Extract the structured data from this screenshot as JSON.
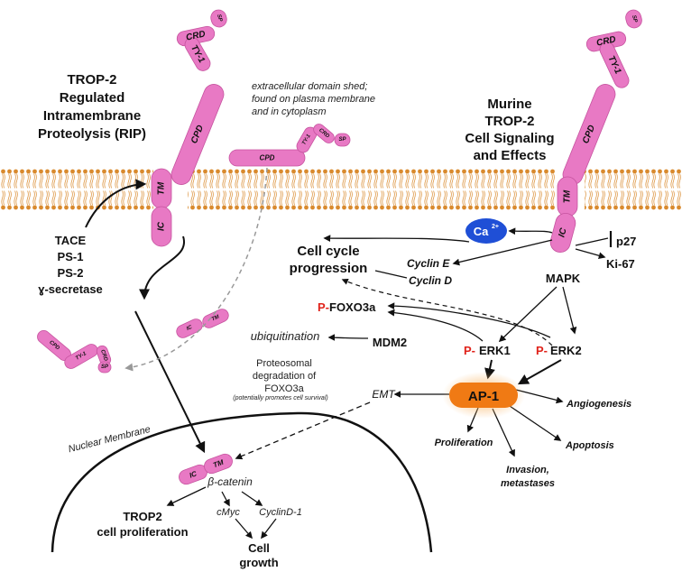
{
  "left_title": [
    "TROP-2",
    "Regulated",
    "Intramembrane",
    "Proteolysis (RIP)"
  ],
  "right_title": [
    "Murine",
    "TROP-2",
    "Cell Signaling",
    "and Effects"
  ],
  "shed_note": [
    "extracellular domain shed;",
    "found on plasma membrane",
    "and in cytoplasm"
  ],
  "domains": {
    "sp": "SP",
    "crd": "CRD",
    "ty1": "TY-1",
    "cpd": "CPD",
    "tm": "TM",
    "ic": "IC"
  },
  "proteases": [
    "TACE",
    "PS-1",
    "PS-2",
    "ɣ-secretase"
  ],
  "ca": {
    "symbol": "Ca",
    "charge": "2+"
  },
  "p27": "p27",
  "ki67": "Ki-67",
  "cell_cycle": [
    "Cell cycle",
    "progression"
  ],
  "cyclin_e": "Cyclin E",
  "cyclin_d": "Cyclin D",
  "mapk": "MAPK",
  "phospho_prefix": "P-",
  "foxo3a": "FOXO3a",
  "erk1": "ERK1",
  "erk2": "ERK2",
  "ubiquitination": "ubiquitination",
  "mdm2": "MDM2",
  "degradation": [
    "Proteosomal",
    "degradation of",
    "FOXO3a"
  ],
  "degradation_note": "(potentially promotes cell survival)",
  "ap1": "AP-1",
  "emt": "EMT",
  "angiogenesis": "Angiogenesis",
  "proliferation": "Proliferation",
  "apoptosis": "Apoptosis",
  "invasion": [
    "Invasion,",
    "metastases"
  ],
  "nuclear_membrane": "Nuclear Membrane",
  "beta_catenin": "β-catenin",
  "cmyc": "cMyc",
  "cyclind1": "CyclinD-1",
  "trop2_prolif": [
    "TROP2",
    "cell proliferation"
  ],
  "cell_growth": [
    "Cell",
    "growth"
  ],
  "colors": {
    "protein": "#e879c4",
    "protein_dark": "#d65fb0",
    "lipid_head": "#d98a2e",
    "ca_fill": "#1f4fd6",
    "ap1_fill": "#f07a14",
    "phospho": "#e0231b"
  }
}
